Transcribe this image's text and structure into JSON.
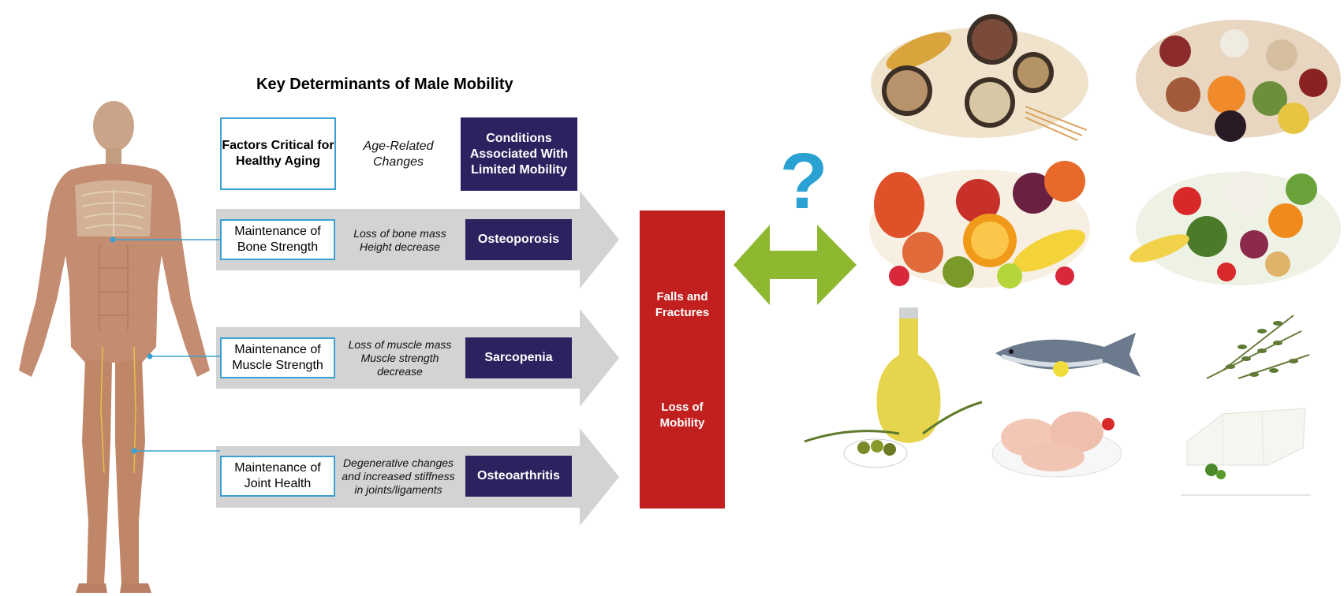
{
  "title": "Key Determinants of Male Mobility",
  "headers": {
    "factors": "Factors Critical for Healthy Aging",
    "changes": "Age-Related Changes",
    "conditions": "Conditions Associated With Limited Mobility"
  },
  "rows": [
    {
      "factor": "Maintenance of Bone Strength",
      "changes": "Loss of bone mass Height decrease",
      "condition": "Osteoporosis"
    },
    {
      "factor": "Maintenance of Muscle Strength",
      "changes": "Loss of muscle mass Muscle strength decrease",
      "condition": "Sarcopenia"
    },
    {
      "factor": "Maintenance of Joint Health",
      "changes": "Degenerative changes and increased stiffness in joints/ligaments",
      "condition": "Osteoarthritis"
    }
  ],
  "outcome": {
    "top": "Falls and Fractures",
    "bottom": "Loss of Mobility"
  },
  "question_mark": "?",
  "colors": {
    "accent_blue": "#3aa0d2",
    "condition_purple": "#2e2160",
    "outcome_red": "#c1201f",
    "arrow_green": "#8db830",
    "arrow_gray": "#d3d3d3"
  }
}
